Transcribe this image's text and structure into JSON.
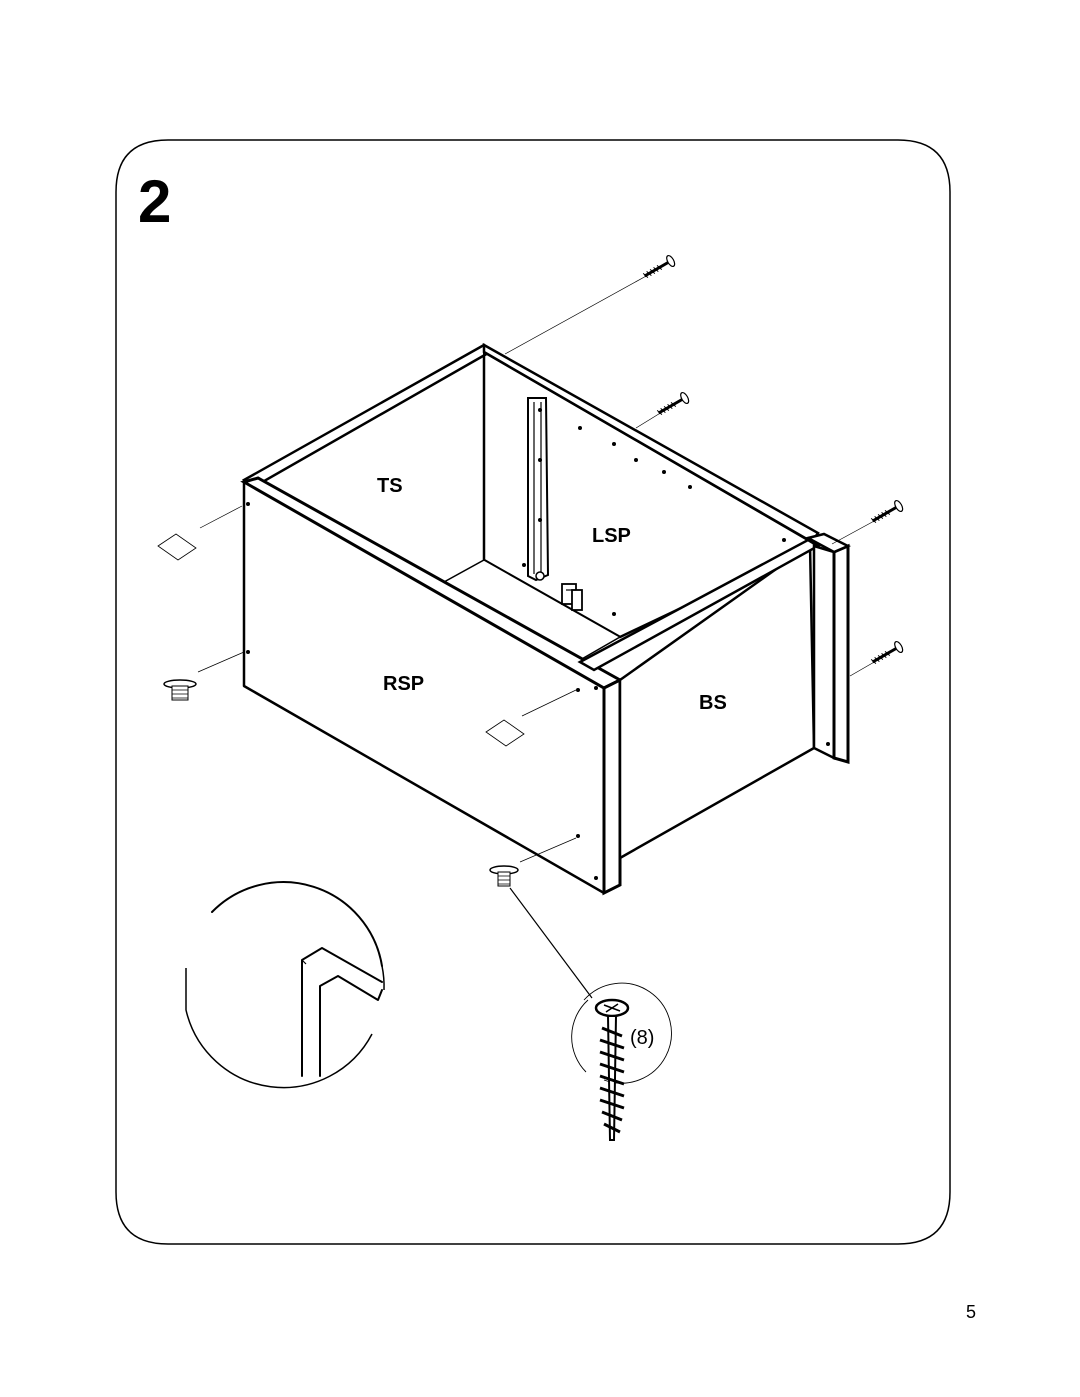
{
  "step": {
    "number": "2"
  },
  "parts": {
    "top_shelf": "TS",
    "left_side_panel": "LSP",
    "right_side_panel": "RSP",
    "back_side": "BS"
  },
  "hardware": {
    "screw_quantity": "(8)",
    "screw_icon": "wood-screw-icon"
  },
  "footer": {
    "page_number": "5"
  }
}
